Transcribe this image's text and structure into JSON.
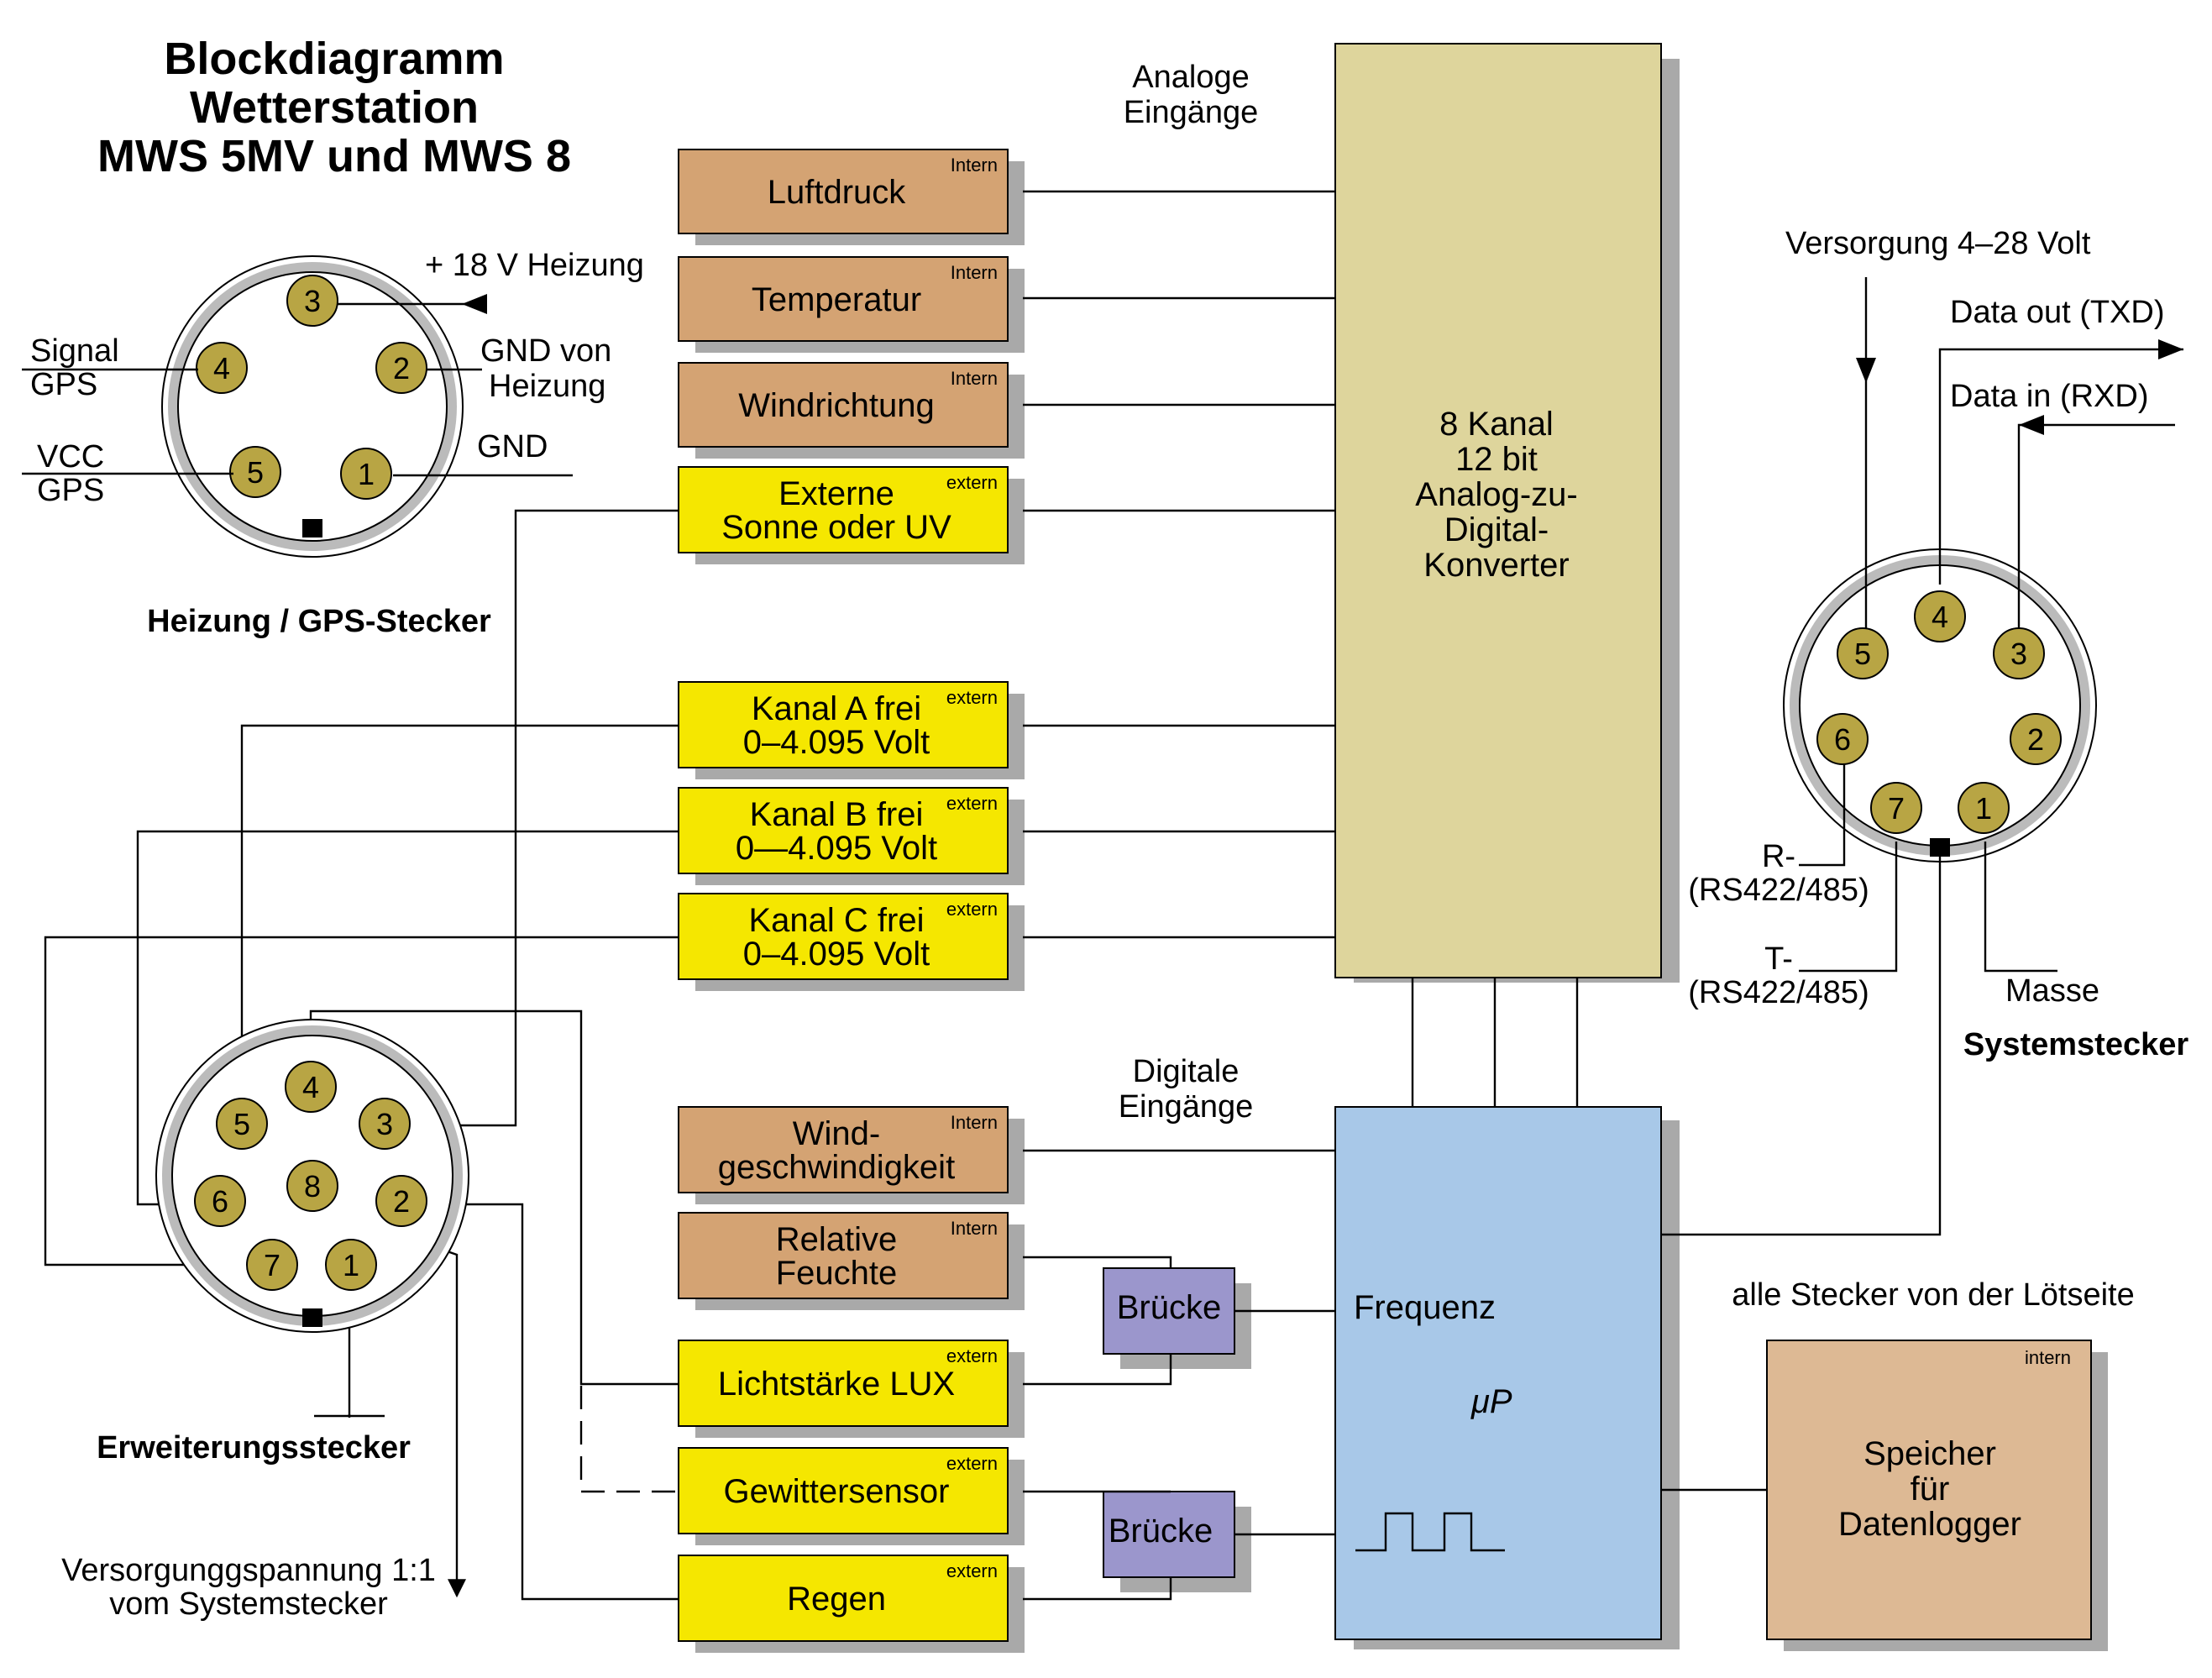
{
  "title": [
    "Blockdiagramm",
    "Wetterstation",
    "MWS 5MV und MWS 8"
  ],
  "colors": {
    "intern_sensor": "#d4a373",
    "extern_sensor": "#f5e700",
    "adc": "#ded59c",
    "cpu": "#a8c8e8",
    "bridge": "#9b96cc",
    "memory": "#ddb994",
    "pin": "#b8a544",
    "connector_ring": "#bbbbbb",
    "shadow": "#a9a9a9"
  },
  "headers": {
    "analog": [
      "Analoge",
      "Eingänge"
    ],
    "digital": [
      "Digitale",
      "Eingänge"
    ]
  },
  "intern_tag": "Intern",
  "extern_tag": "extern",
  "analog_inputs": [
    {
      "lines": [
        "Luftdruck"
      ],
      "tag": "Intern",
      "kind": "intern"
    },
    {
      "lines": [
        "Temperatur"
      ],
      "tag": "Intern",
      "kind": "intern"
    },
    {
      "lines": [
        "Windrichtung"
      ],
      "tag": "Intern",
      "kind": "intern"
    },
    {
      "lines": [
        "Externe",
        "Sonne oder UV"
      ],
      "tag": "extern",
      "kind": "extern"
    },
    {
      "lines": [
        "Kanal A frei",
        "0–4.095 Volt"
      ],
      "tag": "extern",
      "kind": "extern"
    },
    {
      "lines": [
        "Kanal B frei",
        "0—4.095 Volt"
      ],
      "tag": "extern",
      "kind": "extern"
    },
    {
      "lines": [
        "Kanal C frei",
        "0–4.095 Volt"
      ],
      "tag": "extern",
      "kind": "extern"
    }
  ],
  "digital_inputs": [
    {
      "lines": [
        "Wind-",
        "geschwindigkeit"
      ],
      "tag": "Intern",
      "kind": "intern"
    },
    {
      "lines": [
        "Relative",
        "Feuchte"
      ],
      "tag": "Intern",
      "kind": "intern"
    },
    {
      "lines": [
        "Lichtstärke LUX"
      ],
      "tag": "extern",
      "kind": "extern"
    },
    {
      "lines": [
        "Gewittersensor"
      ],
      "tag": "extern",
      "kind": "extern"
    },
    {
      "lines": [
        "Regen"
      ],
      "tag": "extern",
      "kind": "extern"
    }
  ],
  "adc": {
    "lines": [
      "8 Kanal",
      "12 bit",
      "Analog-zu-",
      "Digital-",
      "Konverter"
    ]
  },
  "cpu": {
    "freq_label": "Frequenz",
    "mu_label": "μP"
  },
  "bridge_label": "Brücke",
  "memory": {
    "tag": "intern",
    "lines": [
      "Speicher",
      "für",
      "Datenlogger"
    ]
  },
  "heater_connector": {
    "label": "Heizung / GPS-Stecker",
    "pins": [
      "3",
      "4",
      "2",
      "5",
      "1"
    ],
    "annotations": {
      "supply": "+ 18 V Heizung",
      "signal": [
        "Signal",
        "GPS"
      ],
      "gnd_heater": [
        "GND von",
        "Heizung"
      ],
      "vcc": [
        "VCC",
        "GPS"
      ],
      "gnd": "GND"
    }
  },
  "system_connector": {
    "label": "Systemstecker",
    "pins": [
      "4",
      "5",
      "3",
      "6",
      "2",
      "7",
      "1"
    ],
    "annotations": {
      "supply": "Versorgung 4–28 Volt",
      "txd": "Data out (TXD)",
      "rxd": "Data in (RXD)",
      "r_minus": [
        "R-",
        "(RS422/485)"
      ],
      "t_minus": [
        "T-",
        "(RS422/485)"
      ],
      "ground": "Masse"
    }
  },
  "expansion_connector": {
    "label": "Erweiterungsstecker",
    "pins": [
      "4",
      "5",
      "3",
      "8",
      "6",
      "2",
      "7",
      "1"
    ],
    "annotations": {
      "supply": [
        "Versorgunggspannung 1:1",
        "vom Systemstecker"
      ]
    }
  },
  "note": "alle Stecker von der Lötseite"
}
